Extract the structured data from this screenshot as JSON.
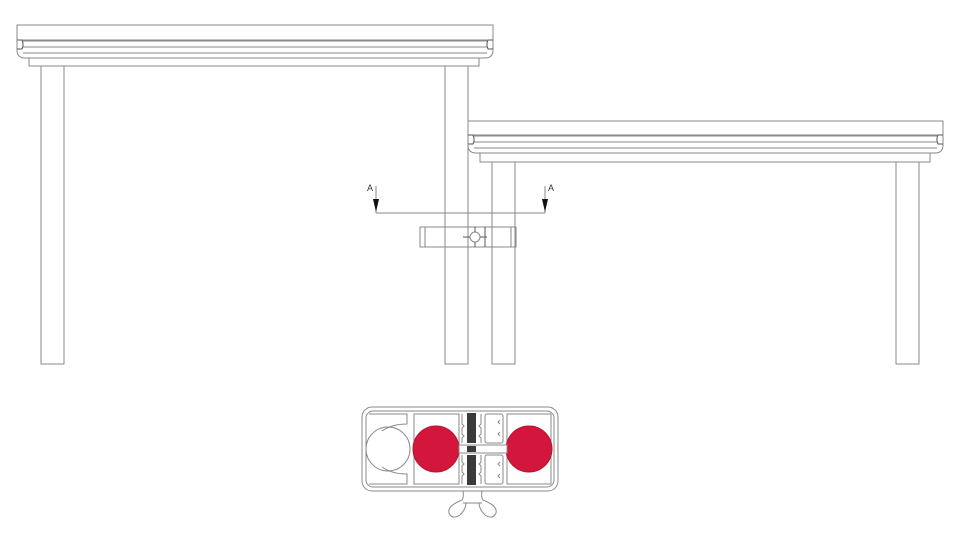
{
  "drawing": {
    "section_label_left": "A",
    "section_label_right": "A",
    "colors": {
      "line": "#8a8a8a",
      "clamp_red": "#d3173c",
      "thread_dark": "#3a3a3a",
      "arrow": "#111111"
    },
    "views": [
      {
        "name": "table-left-elevation"
      },
      {
        "name": "table-right-elevation"
      },
      {
        "name": "connector-clamp-elevation"
      },
      {
        "name": "section-a-a-clamp-detail"
      }
    ]
  }
}
